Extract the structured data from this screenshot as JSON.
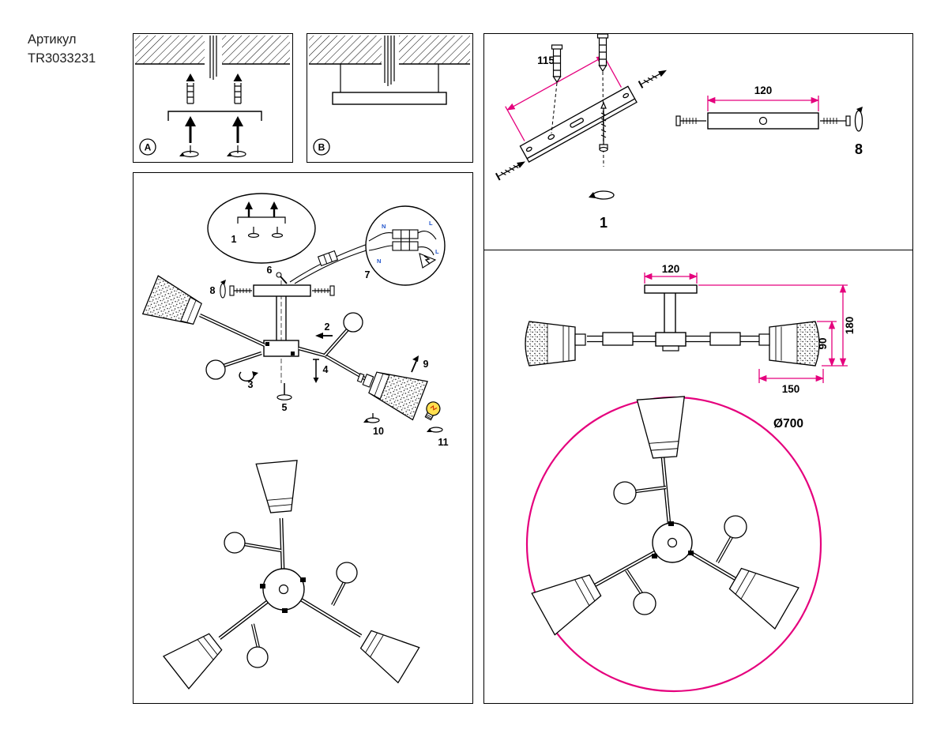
{
  "article": {
    "label": "Артикул",
    "number": "TR3033231"
  },
  "colors": {
    "accent_magenta": "#e5007d",
    "line_black": "#000000",
    "bulb_yellow": "#ffdf4f",
    "wire_blue": "#2255cc",
    "filament_red": "#cc2a00"
  },
  "view_labels": {
    "a": "A",
    "b": "B"
  },
  "steps": {
    "s1": "1",
    "s2": "2",
    "s3": "3",
    "s4": "4",
    "s5": "5",
    "s6": "6",
    "s7": "7",
    "s8": "8",
    "s9": "9",
    "s10": "10",
    "s11": "11"
  },
  "bracket_view": {
    "dim_hole_spacing": "115",
    "step_anchor": "1",
    "dim_plate_width": "120",
    "step_screw": "8"
  },
  "side_view": {
    "dim_canopy_width": "120",
    "dim_total_height": "180",
    "dim_shade_height": "90",
    "dim_shade_length": "150"
  },
  "top_view": {
    "dim_diameter": "Ø700"
  },
  "wiring_detail": {
    "neutral_top": "N",
    "line_top": "L",
    "neutral_bottom": "N",
    "line_bottom": "L"
  }
}
